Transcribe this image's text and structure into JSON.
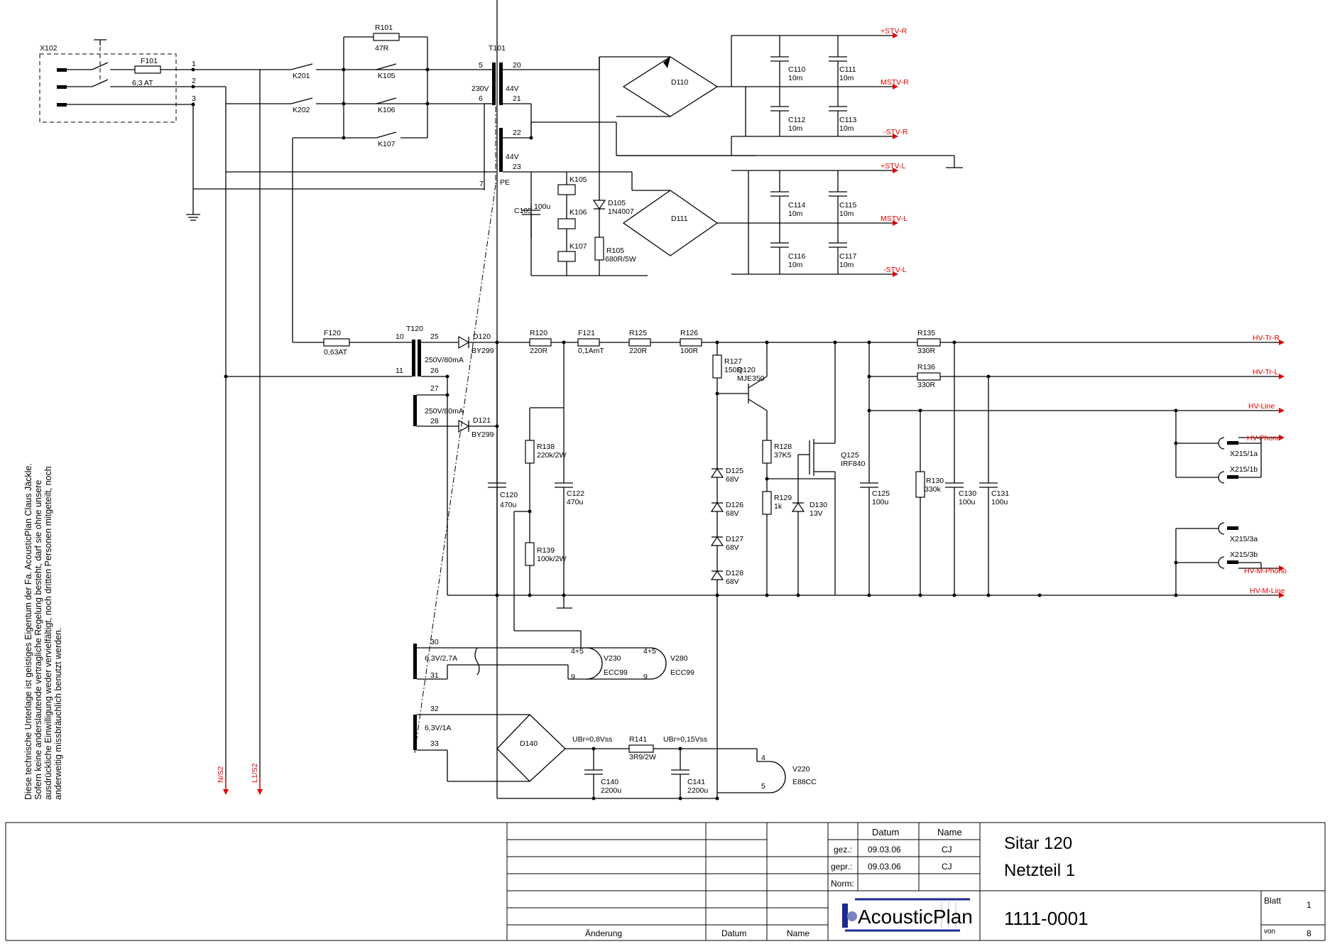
{
  "terminals": {
    "x102": "X102",
    "p1": "1",
    "p2": "2",
    "p3": "3",
    "p7": "7"
  },
  "fuses": {
    "f101": {
      "ref": "F101",
      "value": "6,3 AT"
    },
    "f120": {
      "ref": "F120",
      "value": "0,63AT"
    },
    "f121": {
      "ref": "F121",
      "value": "0,1AmT"
    }
  },
  "relays": {
    "k201": "K201",
    "k202": "K202",
    "k105": "K105",
    "k106": "K106",
    "k107": "K107"
  },
  "resistors": {
    "r101": {
      "ref": "R101",
      "value": "47R"
    },
    "r105": {
      "ref": "R105",
      "value": "680R/5W"
    },
    "r120": {
      "ref": "R120",
      "value": "220R"
    },
    "r125": {
      "ref": "R125",
      "value": "220R"
    },
    "r126": {
      "ref": "R126",
      "value": "100R"
    },
    "r127": {
      "ref": "R127",
      "value": "150R"
    },
    "r128": {
      "ref": "R128",
      "value": "37K5"
    },
    "r129": {
      "ref": "R129",
      "value": "1k"
    },
    "r130": {
      "ref": "R130",
      "value": "330k"
    },
    "r135": {
      "ref": "R135",
      "value": "330R"
    },
    "r136": {
      "ref": "R136",
      "value": "330R"
    },
    "r138": {
      "ref": "R138",
      "value": "220k/2W"
    },
    "r139": {
      "ref": "R139",
      "value": "100k/2W"
    },
    "r141": {
      "ref": "R141",
      "value": "3R9/2W"
    }
  },
  "transformers": {
    "t101": {
      "ref": "T101",
      "pri": "230V",
      "sec1": "44V",
      "sec2": "44V",
      "pe": "PE",
      "pins": {
        "p5": "5",
        "p6": "6",
        "p20": "20",
        "p21": "21",
        "p22": "22",
        "p23": "23"
      }
    },
    "t120": {
      "ref": "T120",
      "w1": "250V/80mA",
      "w2": "250V/80mA",
      "w3": "6,3V/2,7A",
      "w4": "6,3V/1A",
      "pins": {
        "p10": "10",
        "p11": "11",
        "p25": "25",
        "p26": "26",
        "p27": "27",
        "p28": "28",
        "p30": "30",
        "p31": "31",
        "p32": "32",
        "p33": "33"
      }
    }
  },
  "diodes": {
    "d105": {
      "ref": "D105",
      "value": "1N4007"
    },
    "d110": "D110",
    "d111": "D111",
    "d140": "D140",
    "d120": {
      "ref": "D120",
      "value": "BY299"
    },
    "d121": {
      "ref": "D121",
      "value": "BY299"
    },
    "d125": {
      "ref": "D125",
      "value": "68V"
    },
    "d126": {
      "ref": "D126",
      "value": "68V"
    },
    "d127": {
      "ref": "D127",
      "value": "68V"
    },
    "d128": {
      "ref": "D128",
      "value": "68V"
    },
    "d130": {
      "ref": "D130",
      "value": "13V"
    }
  },
  "capacitors": {
    "c105": {
      "ref": "C105",
      "value": "100u"
    },
    "c110": {
      "ref": "C110",
      "value": "10m"
    },
    "c111": {
      "ref": "C111",
      "value": "10m"
    },
    "c112": {
      "ref": "C112",
      "value": "10m"
    },
    "c113": {
      "ref": "C113",
      "value": "10m"
    },
    "c114": {
      "ref": "C114",
      "value": "10m"
    },
    "c115": {
      "ref": "C115",
      "value": "10m"
    },
    "c116": {
      "ref": "C116",
      "value": "10m"
    },
    "c117": {
      "ref": "C117",
      "value": "10m"
    },
    "c120": {
      "ref": "C120",
      "value": "470u"
    },
    "c122": {
      "ref": "C122",
      "value": "470u"
    },
    "c125": {
      "ref": "C125",
      "value": "100u"
    },
    "c130": {
      "ref": "C130",
      "value": "100u"
    },
    "c131": {
      "ref": "C131",
      "value": "100u"
    },
    "c140": {
      "ref": "C140",
      "value": "2200u"
    },
    "c141": {
      "ref": "C141",
      "value": "2200u"
    }
  },
  "transistors": {
    "q120": {
      "ref": "Q120",
      "value": "MJE350"
    },
    "q125": {
      "ref": "Q125",
      "value": "IRF840"
    }
  },
  "tubes": {
    "v230": {
      "ref": "V230",
      "type": "ECC99",
      "pinA": "4+5",
      "pinB": "9"
    },
    "v280": {
      "ref": "V280",
      "type": "ECC99",
      "pinA": "4+5",
      "pinB": "9"
    },
    "v220": {
      "ref": "V220",
      "type": "E88CC",
      "pinA": "4",
      "pinB": "5"
    }
  },
  "ripple": {
    "a": "UBr=0,8Vss",
    "b": "UBr=0,15Vss"
  },
  "connectors": {
    "x215_1a": "X215/1a",
    "x215_1b": "X215/1b",
    "x215_3a": "X215/3a",
    "x215_3b": "X215/3b"
  },
  "outputs": {
    "stv_r_pos": "+STV-R",
    "mstv_r": "MSTV-R",
    "stv_r_neg": "-STV-R",
    "stv_l_pos": "+STV-L",
    "mstv_l": "MSTV-L",
    "stv_l_neg": "-STV-L",
    "hv_tr_r": "HV-Tr-R",
    "hv_tr_l": "HV-Tr-L",
    "hv_line": "HV-Line",
    "hv_phono": "HV-Phono",
    "hv_m_phono": "HV-M-Phono",
    "hv_m_line": "HV-M-Line",
    "n_s2": "N/S2",
    "l1_s2": "L1/S2"
  },
  "disclaimer": [
    "Diese technische Unterlage ist geistiges Eigentum der Fa. AcousticPlan Claus Jäckle.",
    "Sofern keine anderslautende vertragliche Regelung besteht, darf sie ohne unsere",
    "ausdrückliche Einwilligung weder vervielfältigt, noch dritten Personen mitgeteilt, noch",
    "anderweitig missbräuchlich benutzt werden."
  ],
  "title_block": {
    "col_datum": "Datum",
    "col_name": "Name",
    "row_gez": "gez.:",
    "row_gepr": "gepr.:",
    "row_norm": "Norm:",
    "gez_date": "09.03.06",
    "gez_name": "CJ",
    "gepr_date": "09.03.06",
    "gepr_name": "CJ",
    "title1": "Sitar 120",
    "title2": "Netzteil 1",
    "drawing_no": "1111-0001",
    "logo": "AcousticPlan",
    "change": "Änderung",
    "change_datum": "Datum",
    "change_name": "Name",
    "blatt": "Blatt",
    "sheet": "1",
    "von": "von",
    "total": "8"
  }
}
